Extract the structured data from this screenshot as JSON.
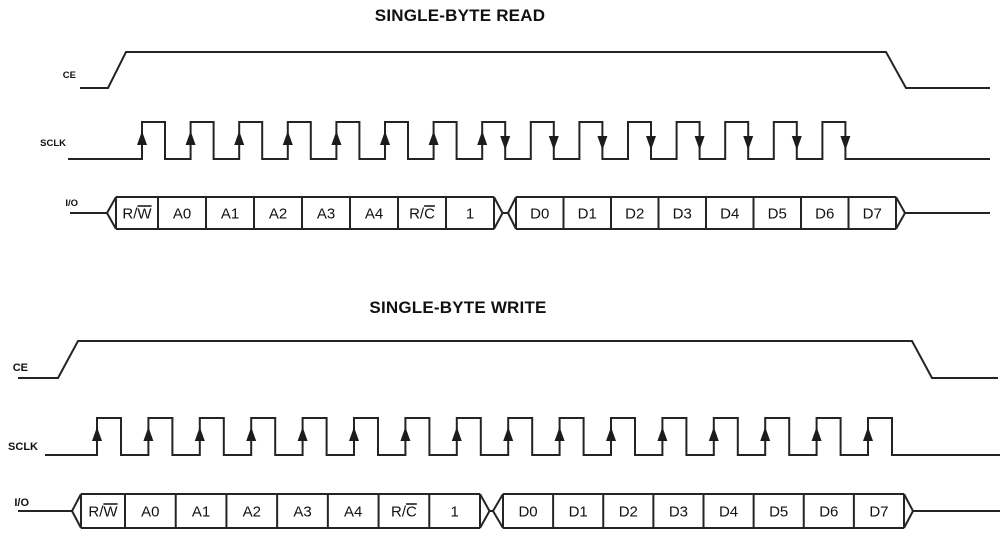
{
  "colors": {
    "background": "#ffffff",
    "line": "#242424",
    "text": "#111111"
  },
  "diagrams": [
    {
      "id": "read",
      "title": "SINGLE-BYTE READ",
      "ce": {
        "label": "CE"
      },
      "sclk": {
        "label": "SCLK",
        "clock_pulses": 15,
        "rising_edge_arrows": 8,
        "falling_edge_arrows": 8
      },
      "io": {
        "label": "I/O",
        "command_bits": [
          {
            "label": "R/W",
            "overline_char": "W"
          },
          {
            "label": "A0"
          },
          {
            "label": "A1"
          },
          {
            "label": "A2"
          },
          {
            "label": "A3"
          },
          {
            "label": "A4"
          },
          {
            "label": "R/C",
            "overline_char": "C"
          },
          {
            "label": "1"
          }
        ],
        "data_bits": [
          {
            "label": "D0"
          },
          {
            "label": "D1"
          },
          {
            "label": "D2"
          },
          {
            "label": "D3"
          },
          {
            "label": "D4"
          },
          {
            "label": "D5"
          },
          {
            "label": "D6"
          },
          {
            "label": "D7"
          }
        ]
      }
    },
    {
      "id": "write",
      "title": "SINGLE-BYTE WRITE",
      "ce": {
        "label": "CE"
      },
      "sclk": {
        "label": "SCLK",
        "clock_pulses": 16,
        "rising_edge_arrows": 16,
        "falling_edge_arrows": 0
      },
      "io": {
        "label": "I/O",
        "command_bits": [
          {
            "label": "R/W",
            "overline_char": "W"
          },
          {
            "label": "A0"
          },
          {
            "label": "A1"
          },
          {
            "label": "A2"
          },
          {
            "label": "A3"
          },
          {
            "label": "A4"
          },
          {
            "label": "R/C",
            "overline_char": "C"
          },
          {
            "label": "1"
          }
        ],
        "data_bits": [
          {
            "label": "D0"
          },
          {
            "label": "D1"
          },
          {
            "label": "D2"
          },
          {
            "label": "D3"
          },
          {
            "label": "D4"
          },
          {
            "label": "D5"
          },
          {
            "label": "D6"
          },
          {
            "label": "D7"
          }
        ]
      }
    }
  ]
}
